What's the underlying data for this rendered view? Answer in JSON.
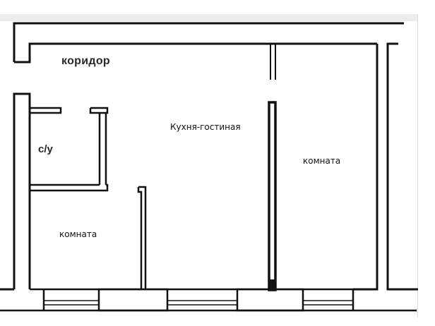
{
  "plan": {
    "rooms": [
      {
        "id": "corridor",
        "label": "коридор"
      },
      {
        "id": "wc",
        "label": "с/у"
      },
      {
        "id": "kitchen_living",
        "label": "Кухня-гостиная"
      },
      {
        "id": "room_right",
        "label": "комната"
      },
      {
        "id": "room_left",
        "label": "комната"
      }
    ],
    "colors": {
      "wall": "#111111",
      "background": "#ffffff",
      "band": "#ececec"
    },
    "windows": 3
  }
}
